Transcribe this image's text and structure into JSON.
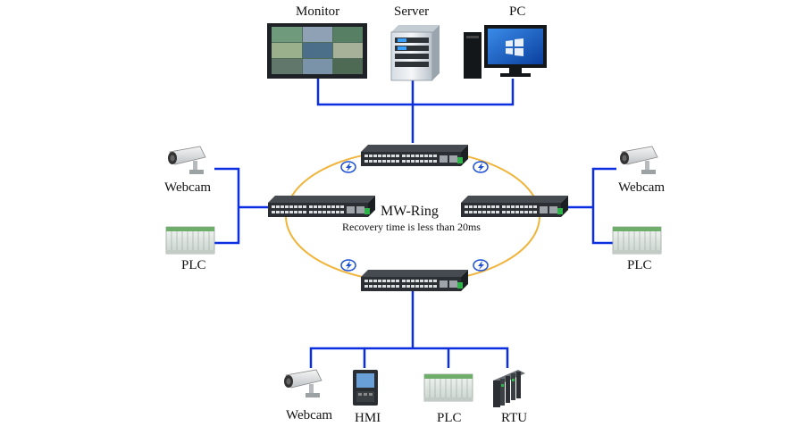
{
  "colors": {
    "link": "#0a2ee0",
    "ring": "#f0b43a",
    "switch_body": "#2b2f33",
    "port": "#d9dde0",
    "accent_green": "#2fb34a",
    "bolt_icon": "#1b4fd6"
  },
  "labels": {
    "monitor": "Monitor",
    "server": "Server",
    "pc": "PC",
    "webcam_left": "Webcam",
    "plc_left": "PLC",
    "webcam_right": "Webcam",
    "plc_right": "PLC",
    "ring_title": "MW-Ring",
    "ring_subtitle": "Recovery time is less than 20ms",
    "webcam_bottom": "Webcam",
    "hmi": "HMI",
    "plc_bottom": "PLC",
    "rtu": "RTU"
  }
}
